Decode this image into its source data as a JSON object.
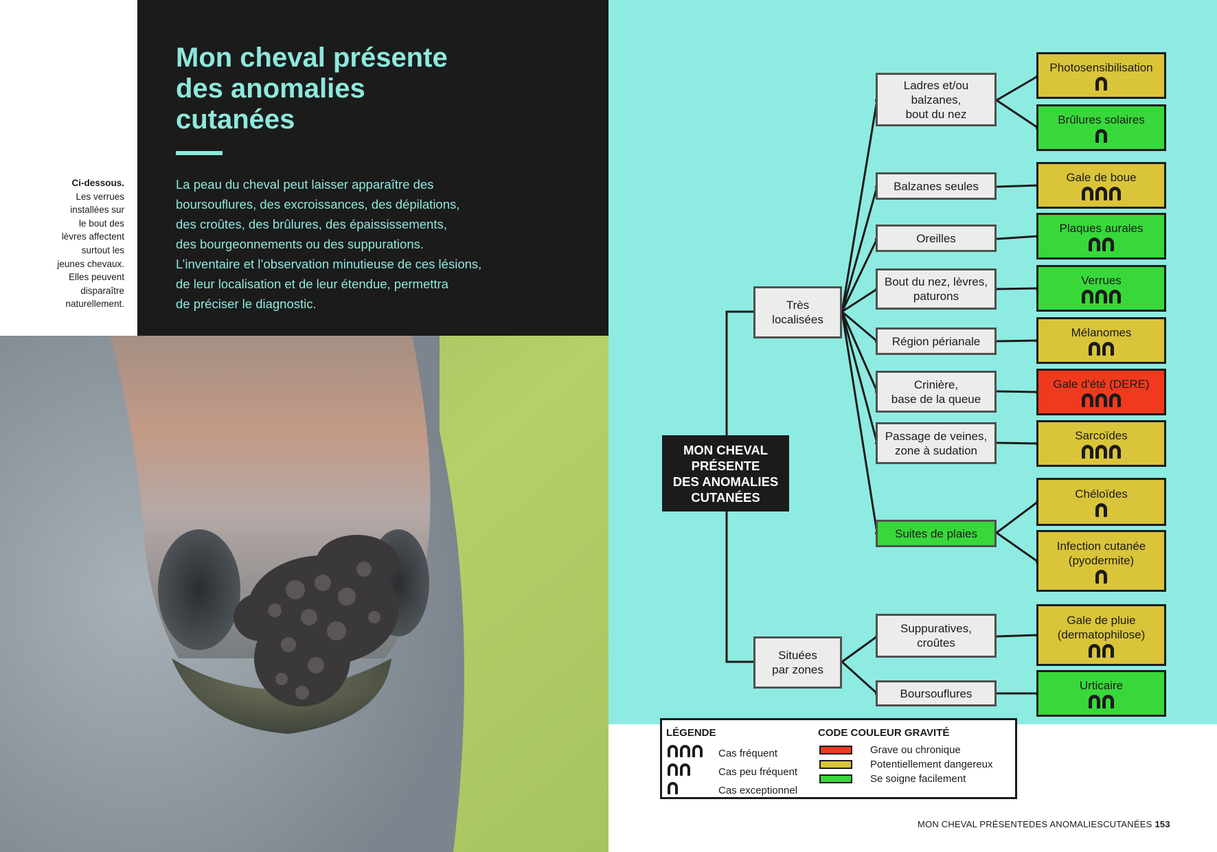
{
  "page": {
    "title": "Mon cheval présente\ndes anomalies\ncutanées",
    "intro": "La peau du cheval peut laisser apparaître des\nboursouflures, des excroissances, des dépilations,\ndes croûtes, des brûlures, des épaississements,\ndes bourgeonnements ou des suppurations.\nL’inventaire et l’observation minutieuse de ces lésions,\nde leur localisation et de leur étendue, permettra\nde préciser le diagnostic.",
    "caption_head": "Ci-dessous.",
    "caption_body": "Les verrues\ninstallées sur\nle bout des\nlèvres affectent\nsurtout les\njeunes chevaux.\nElles peuvent\ndisparaître\nnaturellement.",
    "footer": "MON CHEVAL PRÉSENTEDES ANOMALIESCUTANÉES",
    "page_number": "153"
  },
  "colors": {
    "red": "#f03a1e",
    "yellow": "#d9c43a",
    "green": "#38d83a",
    "teal": "#8eebe1",
    "dark": "#1b1b1b"
  },
  "diagram": {
    "root": "MON CHEVAL\nPRÉSENTE\nDES ANOMALIES\nCUTANÉES",
    "level1": {
      "tres_localisees": "Très\nlocalisées",
      "situees": "Situées\npar zones"
    },
    "mid": [
      "Ladres et/ou\nbalzanes,\nbout du nez",
      "Balzanes seules",
      "Oreilles",
      "Bout du nez, lèvres,\npaturons",
      "Région périanale",
      "Crinière,\nbase de la queue",
      "Passage de veines,\nzone à sudation",
      "Suites de plaies",
      "Suppuratives,\ncroûtes",
      "Boursouflures"
    ],
    "leaves": [
      {
        "label": "Photosensibilisation",
        "severity": "yellow",
        "frequency": 1
      },
      {
        "label": "Brûlures solaires",
        "severity": "green",
        "frequency": 1
      },
      {
        "label": "Gale de boue",
        "severity": "yellow",
        "frequency": 3
      },
      {
        "label": "Plaques aurales",
        "severity": "green",
        "frequency": 2
      },
      {
        "label": "Verrues",
        "severity": "green",
        "frequency": 3
      },
      {
        "label": "Mélanomes",
        "severity": "yellow",
        "frequency": 2
      },
      {
        "label": "Gale d'été (DERE)",
        "severity": "red",
        "frequency": 3
      },
      {
        "label": "Sarcoïdes",
        "severity": "yellow",
        "frequency": 3
      },
      {
        "label": "Chéloïdes",
        "severity": "yellow",
        "frequency": 1
      },
      {
        "label": "Infection cutanée\n(pyodermite)",
        "severity": "yellow",
        "frequency": 1
      },
      {
        "label": "Gale de pluie\n(dermatophilose)",
        "severity": "yellow",
        "frequency": 2
      },
      {
        "label": "Urticaire",
        "severity": "green",
        "frequency": 2
      }
    ]
  },
  "legend": {
    "title": "LÉGENDE",
    "freq_3": "Cas fréquent",
    "freq_2": "Cas peu fréquent",
    "freq_1": "Cas exceptionnel",
    "color_title": "CODE COULEUR GRAVITÉ",
    "red": "Grave ou chronique",
    "yellow": "Potentiellement dangereux",
    "green": "Se soigne facilement"
  }
}
